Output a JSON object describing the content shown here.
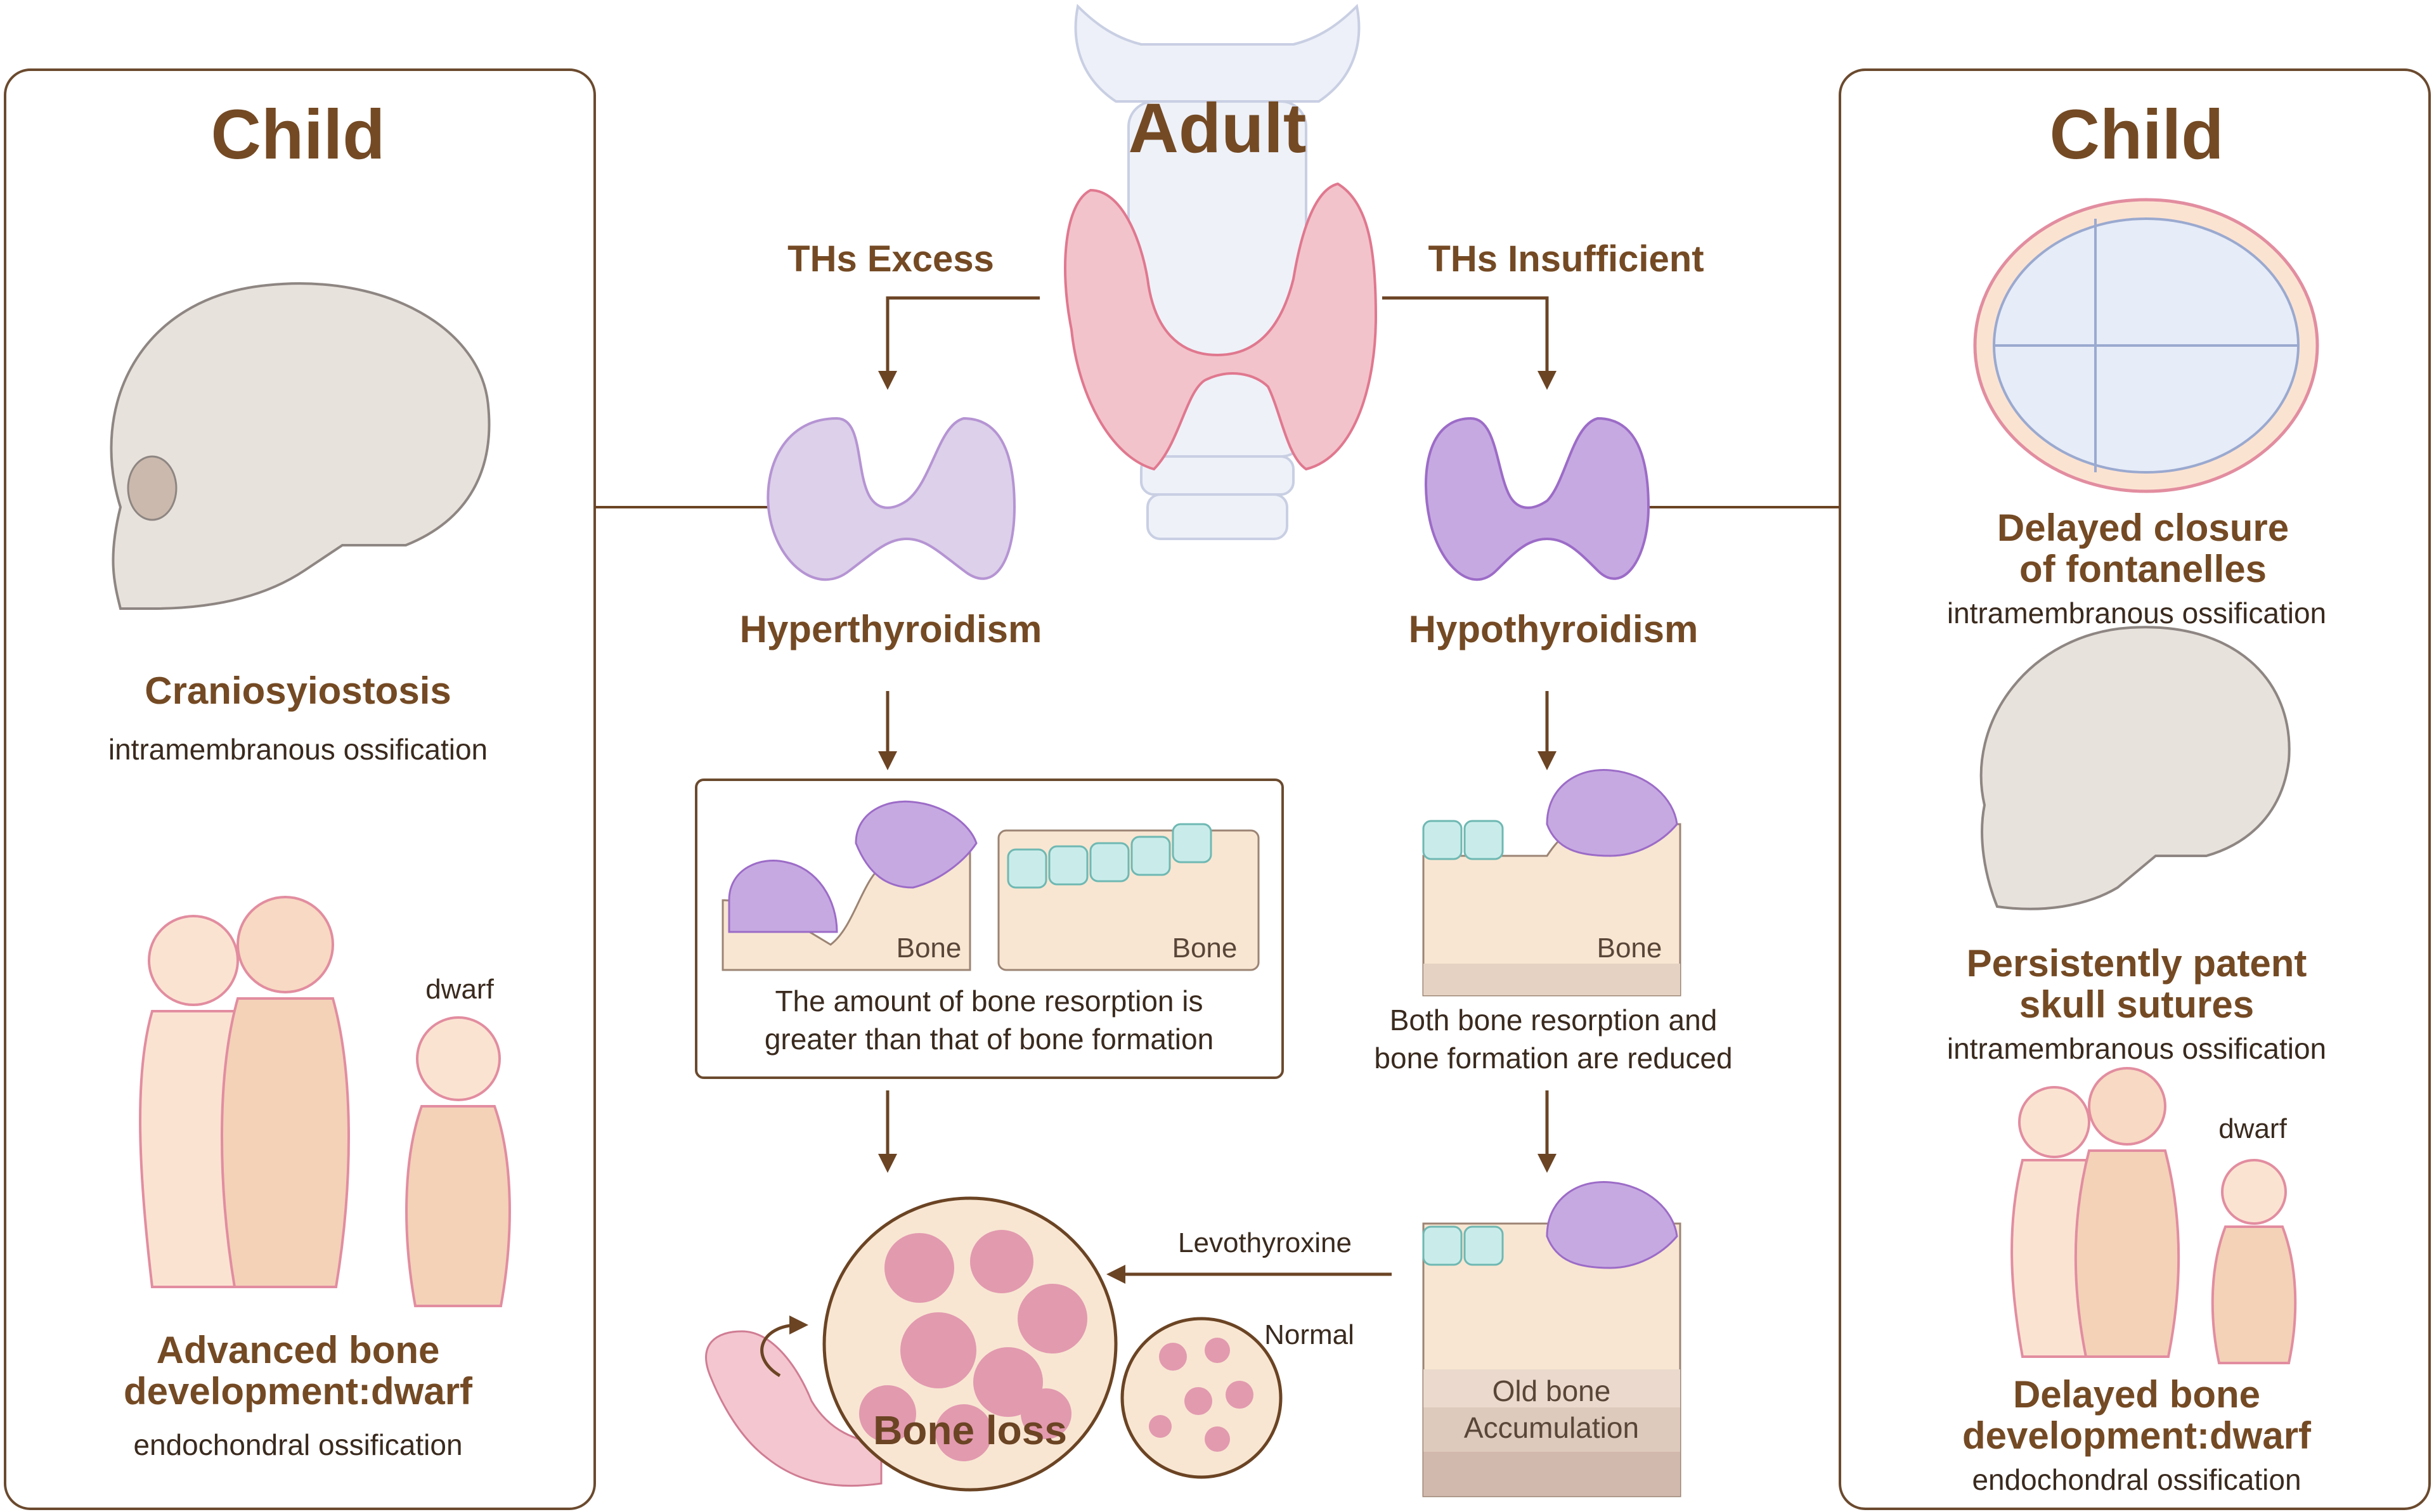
{
  "center": {
    "title": "Adult",
    "excess_label": "THs Excess",
    "insufficient_label": "THs Insufficient",
    "hyper_label": "Hyperthyroidism",
    "hypo_label": "Hypothyroidism",
    "hyper_bone1_label": "Bone",
    "hyper_bone2_label": "Bone",
    "hyper_caption_line1": "The amount of bone resorption is",
    "hyper_caption_line2": "greater than that of bone formation",
    "hypo_bone_label": "Bone",
    "hypo_caption_line1": "Both bone resorption and",
    "hypo_caption_line2": "bone formation are reduced",
    "levothyroxine_label": "Levothyroxine",
    "normal_label": "Normal",
    "bone_loss_label": "Bone loss",
    "old_bone_line1": "Old bone",
    "old_bone_line2": "Accumulation"
  },
  "left_panel": {
    "title": "Child",
    "skull_title": "Craniosyiostosis",
    "skull_sub": "intramembranous ossification",
    "dwarf_label": "dwarf",
    "dev_title_line1": "Advanced bone",
    "dev_title_line2": "development:dwarf",
    "dev_sub": "endochondral ossification"
  },
  "right_panel": {
    "title": "Child",
    "fontanelle_title_line1": "Delayed closure",
    "fontanelle_title_line2": "of fontanelles",
    "fontanelle_sub": "intramembranous ossification",
    "sutures_title_line1": "Persistently patent",
    "sutures_title_line2": "skull sutures",
    "sutures_sub": "intramembranous ossification",
    "dwarf_label": "dwarf",
    "dev_title_line1": "Delayed bone",
    "dev_title_line2": "development:dwarf",
    "dev_sub": "endochondral ossification"
  },
  "colors": {
    "heading_brown": "#744a24",
    "arrow_brown": "#6b4424",
    "panel_border": "#6b4a2e",
    "thyroid_pink": "#f2c3cb",
    "thyroid_purple": "#c9b2dc",
    "bone_beige": "#f8e6d2",
    "trabecular_pink": "#e29aaf"
  }
}
